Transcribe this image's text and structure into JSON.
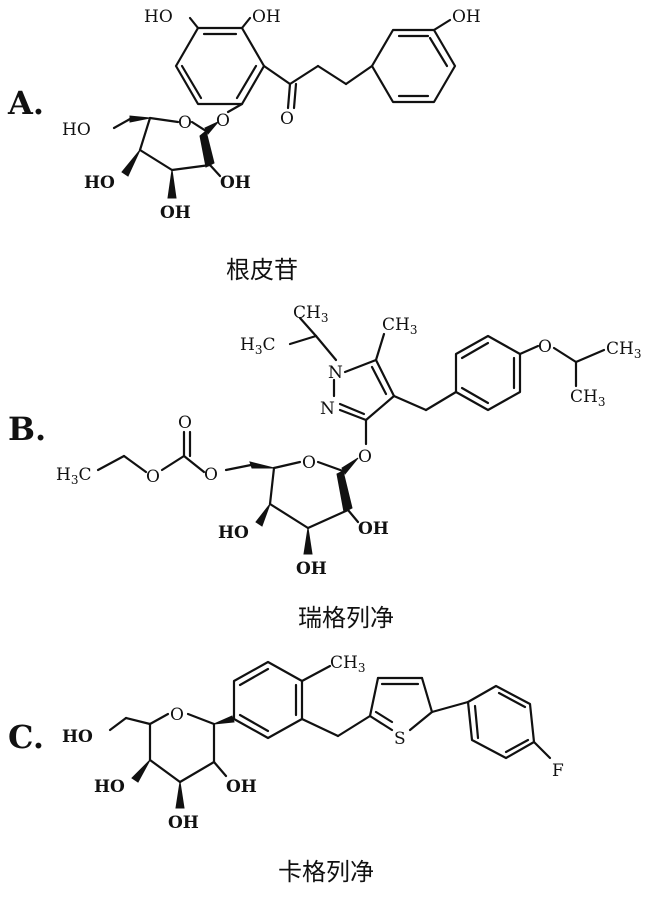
{
  "panels": [
    {
      "label": "A.",
      "name": "根皮苷"
    },
    {
      "label": "B.",
      "name": "瑞格列净"
    },
    {
      "label": "C.",
      "name": "卡格列净"
    }
  ],
  "atoms": {
    "oh": "OH",
    "ho": "HO",
    "o": "O",
    "n": "N",
    "s": "S",
    "f": "F",
    "h": "H",
    "c": "C",
    "three": "3"
  }
}
